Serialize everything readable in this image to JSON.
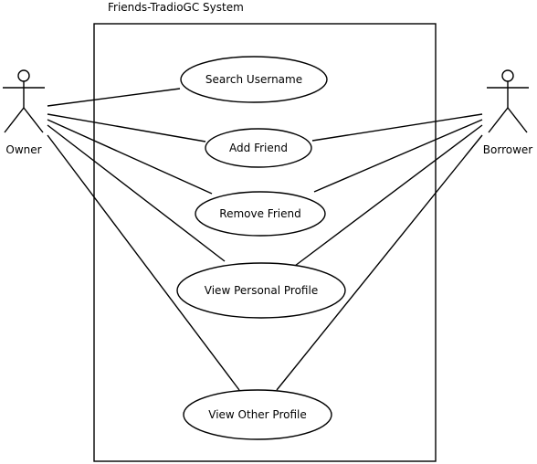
{
  "system": {
    "title": "Friends-TradioGC System"
  },
  "actors": {
    "owner": {
      "label": "Owner"
    },
    "borrower": {
      "label": "Borrower"
    }
  },
  "use_cases": {
    "search_username": {
      "label": "Search Username"
    },
    "add_friend": {
      "label": "Add Friend"
    },
    "remove_friend": {
      "label": "Remove Friend"
    },
    "view_personal_profile": {
      "label": "View Personal Profile"
    },
    "view_other_profile": {
      "label": "View Other Profile"
    }
  },
  "associations": [
    {
      "actor": "owner",
      "use_case": "search_username"
    },
    {
      "actor": "owner",
      "use_case": "add_friend"
    },
    {
      "actor": "owner",
      "use_case": "remove_friend"
    },
    {
      "actor": "owner",
      "use_case": "view_personal_profile"
    },
    {
      "actor": "owner",
      "use_case": "view_other_profile"
    },
    {
      "actor": "borrower",
      "use_case": "add_friend"
    },
    {
      "actor": "borrower",
      "use_case": "remove_friend"
    },
    {
      "actor": "borrower",
      "use_case": "view_personal_profile"
    },
    {
      "actor": "borrower",
      "use_case": "view_other_profile"
    }
  ]
}
